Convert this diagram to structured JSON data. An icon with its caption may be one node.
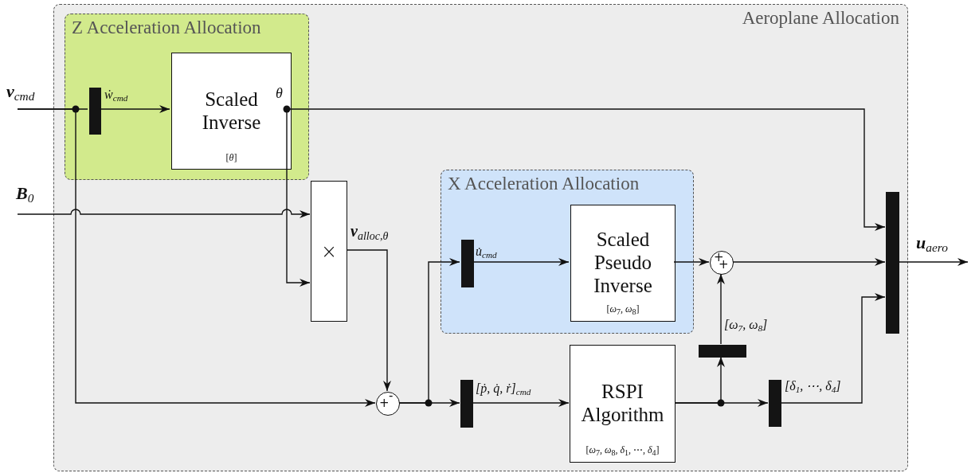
{
  "diagram": {
    "nodes": [
      {
        "text": [
          "Aeroplane Allocation"
        ]
      },
      {
        "text": [
          "Z Acceleration Allocation"
        ],
        "in": 0
      },
      {
        "text": [],
        "shape": "bar",
        "in": 1
      },
      {
        "text": [
          "Scaled Inverse",
          "[*θ*]"
        ],
        "in": 1
      },
      {
        "text": [
          "×"
        ],
        "in": 0
      },
      {
        "text": [
          "X Acceleration Allocation"
        ],
        "in": 0
      },
      {
        "text": [],
        "shape": "bar",
        "in": 5
      },
      {
        "text": [
          "Scaled Pseudo Inverse",
          "[*ω*$_{7}$, *ω*$_{8}$]"
        ],
        "in": 5
      },
      {
        "text": [
          "+",
          "-"
        ],
        "in": 0
      },
      {
        "text": [],
        "shape": "bar",
        "in": 0
      },
      {
        "text": [
          "RSPI Algorithm",
          "[*ω*$_{7}$, *ω*$_{8}$, *δ*$_{1}$, ⋯, *δ*$_{4}$]"
        ],
        "in": 0
      },
      {
        "text": [
          "+",
          "+"
        ],
        "in": 0
      },
      {
        "text": [],
        "shape": "bar",
        "in": 0
      },
      {
        "text": [],
        "shape": "bar",
        "in": 0
      },
      {
        "text": [],
        "shape": "bar",
        "in": 0
      }
    ],
    "edges": [
      {
        "from": null,
        "to": 2,
        "arrow": "none",
        "label": "**ν**$_{cmd}$"
      },
      {
        "from": null,
        "to": 8,
        "arrow": "to"
      },
      {
        "from": 2,
        "to": 3,
        "arrow": "to",
        "label": "ẇ$_{cmd}$"
      },
      {
        "from": 3,
        "to": 14,
        "arrow": "to",
        "label": "θ"
      },
      {
        "from": 3,
        "to": 4,
        "arrow": "to"
      },
      {
        "from": null,
        "to": 4,
        "arrow": "to",
        "label": "**B**$_{0}$"
      },
      {
        "from": 4,
        "to": 8,
        "arrow": "to",
        "label": "**ν**$_{alloc,θ}$"
      },
      {
        "from": 8,
        "to": 6,
        "arrow": "to"
      },
      {
        "from": 8,
        "to": 9,
        "arrow": "to"
      },
      {
        "from": 6,
        "to": 7,
        "arrow": "to",
        "label": "u̇$_{cmd}$"
      },
      {
        "from": 9,
        "to": 10,
        "arrow": "to",
        "label": "[ṗ, q̇, ṙ]$_{cmd}$"
      },
      {
        "from": 7,
        "to": 11,
        "arrow": "to"
      },
      {
        "from": 10,
        "to": 12,
        "arrow": "to"
      },
      {
        "from": 10,
        "to": 13,
        "arrow": "to"
      },
      {
        "from": 12,
        "to": 11,
        "arrow": "to",
        "label": "[ω$_{7}$, ω$_{8}$]"
      },
      {
        "from": 13,
        "to": 14,
        "arrow": "to",
        "label": "[δ$_{1}$, ⋯, δ$_{4}$]"
      },
      {
        "from": 11,
        "to": 14,
        "arrow": "to"
      },
      {
        "from": 14,
        "to": null,
        "arrow": "to",
        "label": "**u**$_{aero}$"
      }
    ]
  }
}
